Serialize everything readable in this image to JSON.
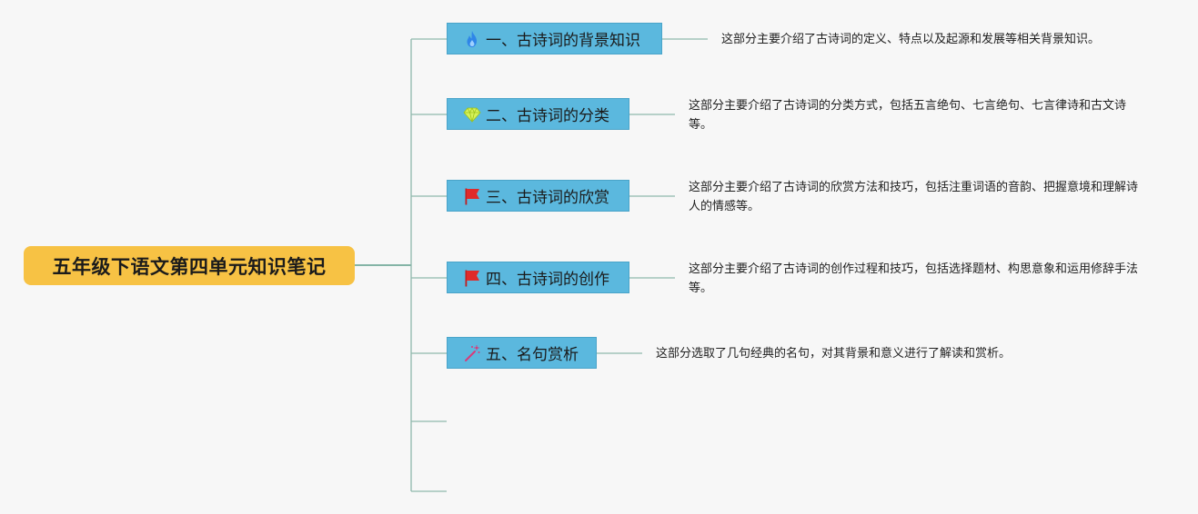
{
  "root": {
    "title": "五年级下语文第四单元知识笔记",
    "color": "#f7c244"
  },
  "topic_color": "#5bb8de",
  "line_color": "#5e9d8c",
  "topics": [
    {
      "label": "一、古诗词的背景知识",
      "icon": "fire-icon",
      "description": "这部分主要介绍了古诗词的定义、特点以及起源和发展等相关背景知识。"
    },
    {
      "label": "二、古诗词的分类",
      "icon": "diamond-icon",
      "description": "这部分主要介绍了古诗词的分类方式，包括五言绝句、七言绝句、七言律诗和古文诗等。"
    },
    {
      "label": "三、古诗词的欣赏",
      "icon": "red-flag-icon",
      "description": "这部分主要介绍了古诗词的欣赏方法和技巧，包括注重词语的音韵、把握意境和理解诗人的情感等。"
    },
    {
      "label": "四、古诗词的创作",
      "icon": "red-flag-icon",
      "description": "这部分主要介绍了古诗词的创作过程和技巧，包括选择题材、构思意象和运用修辞手法等。"
    },
    {
      "label": "五、名句赏析",
      "icon": "magic-wand-icon",
      "description": "这部分选取了几句经典的名句，对其背景和意义进行了解读和赏析。"
    }
  ]
}
